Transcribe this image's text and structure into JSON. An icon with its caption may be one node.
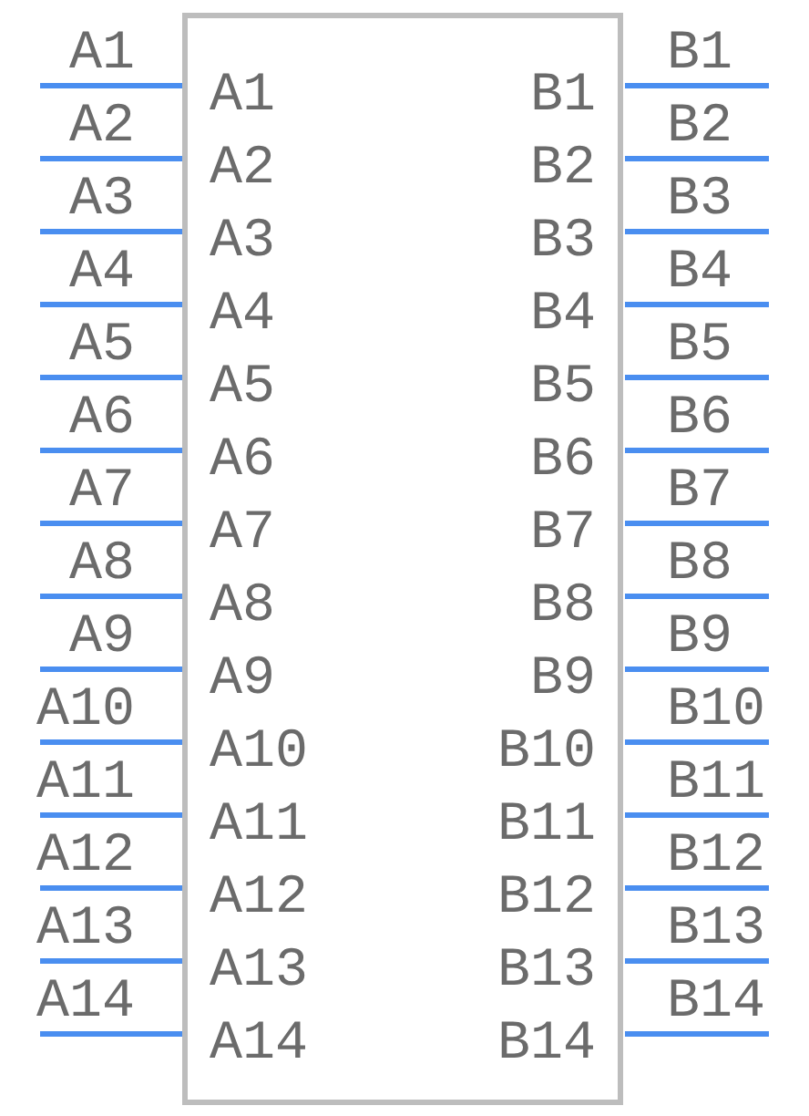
{
  "diagram": {
    "nodes": [
      {
        "text": [
          "A1",
          "B1",
          "A2",
          "B2",
          "A3",
          "B3",
          "A4",
          "B4",
          "A5",
          "B5",
          "A6",
          "B6",
          "A7",
          "B7",
          "A8",
          "B8",
          "A9",
          "B9",
          "A10",
          "B10",
          "A11",
          "B11",
          "A12",
          "B12",
          "A13",
          "B13",
          "A14",
          "B14"
        ]
      }
    ],
    "labels": [
      "A1",
      "B1",
      "A2",
      "B2",
      "A3",
      "B3",
      "A4",
      "B4",
      "A5",
      "B5",
      "A6",
      "B6",
      "A7",
      "B7",
      "A8",
      "B8",
      "A9",
      "B9",
      "A10",
      "B10",
      "A11",
      "B11",
      "A12",
      "B12",
      "A13",
      "B13",
      "A14",
      "B14"
    ]
  }
}
